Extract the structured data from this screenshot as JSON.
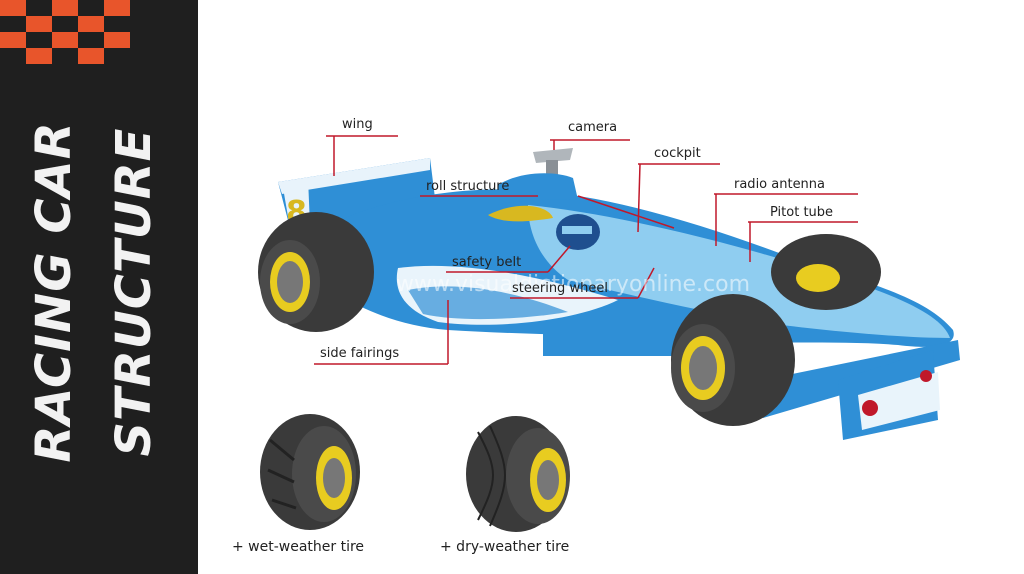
{
  "slide": {
    "title_line1": "RACING CAR",
    "title_line2": "STRUCTURE"
  },
  "labels": {
    "wing": "wing",
    "camera": "camera",
    "cockpit": "cockpit",
    "roll_structure": "roll structure",
    "radio_antenna": "radio antenna",
    "pitot_tube": "Pitot tube",
    "safety_belt": "safety belt",
    "steering_wheel": "steering wheel",
    "side_fairings": "side fairings"
  },
  "tires": {
    "wet": "+ wet-weather tire",
    "dry": "+ dry-weather tire"
  },
  "watermark": "www.visualdictionaryonline.com",
  "colors": {
    "accent": "#e8552b",
    "leader_line": "#c0182a",
    "car_blue": "#2f8fd6",
    "car_light_blue": "#8fcdf0",
    "sidebar_bg": "#1f1f1f"
  }
}
